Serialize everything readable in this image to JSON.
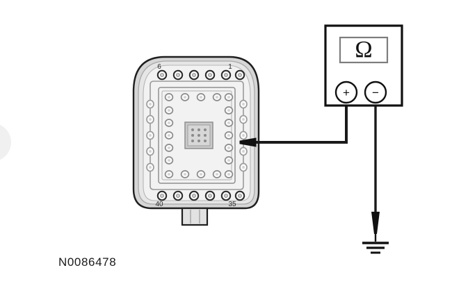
{
  "figure": {
    "caption": "N0086478",
    "type": "wiring-test-diagram",
    "description": "Connector face view with ohmmeter probing a pin and negative lead to ground"
  },
  "connector": {
    "name": "electrical-connector",
    "pin_count_total": 40,
    "corner_labels": {
      "top_left": "6",
      "top_right": "1",
      "bottom_left": "40",
      "bottom_right": "35"
    },
    "rows": {
      "outer_top_pins": 6,
      "outer_bottom_pins": 6,
      "outer_left_pins": 5,
      "outer_right_pins": 5,
      "inner_top_pins": 5,
      "inner_bottom_pins": 5,
      "inner_left_pins": 6,
      "inner_right_pins": 6
    },
    "center_pad": "keyed-contact-pad",
    "bottom_tab": "alignment-tab"
  },
  "meter": {
    "name": "ohmmeter",
    "display_symbol": "Ω",
    "positive_terminal_label": "+",
    "negative_terminal_label": "−"
  },
  "leads": {
    "positive_lead": "probe-to-connector-pin",
    "negative_lead": "lead-to-ground",
    "ground_symbol": "earth-ground"
  },
  "colors": {
    "outline": "#1a1a1a",
    "shell_light": "#d9d9d9",
    "shell_mid": "#bfbfbf",
    "pad_fill": "#c9c9c9",
    "background": "#ffffff"
  }
}
